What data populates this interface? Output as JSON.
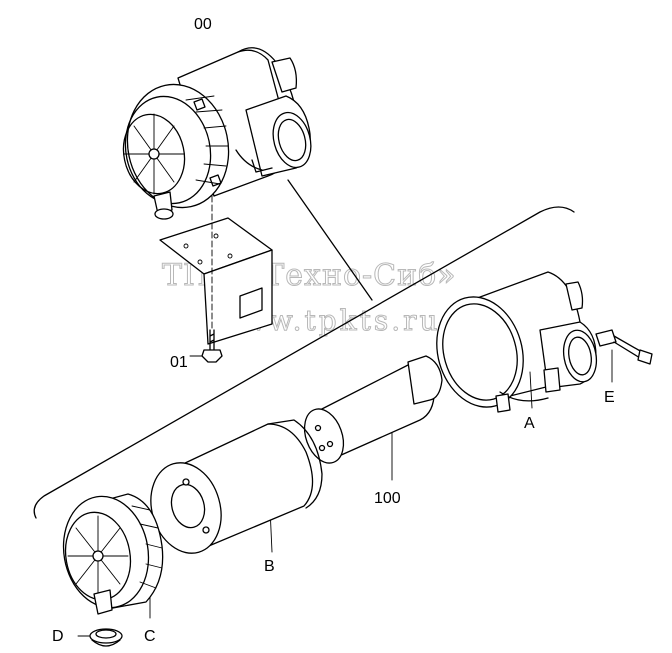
{
  "labels": {
    "assembly": "00",
    "bolt": "01",
    "element": "100",
    "a": "A",
    "b": "B",
    "c": "C",
    "d": "D",
    "e": "E"
  },
  "watermark": {
    "line1": "ТПК «Техно-Сиб»",
    "line2": "www.tpkts.ru"
  }
}
